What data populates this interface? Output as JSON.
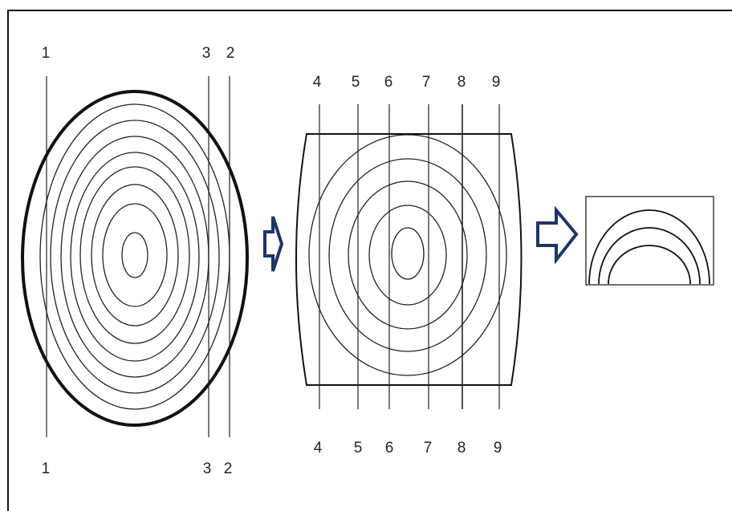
{
  "colors": {
    "frame": "#111111",
    "line": "#222222",
    "arrow": "#1f3566"
  },
  "log_view": {
    "top_labels": [
      "1",
      "3",
      "2"
    ],
    "bottom_labels": [
      "1",
      "3",
      "2"
    ]
  },
  "cant_view": {
    "top_labels": [
      "4",
      "5",
      "6",
      "7",
      "8",
      "9"
    ],
    "bottom_labels": [
      "4",
      "5",
      "6",
      "7",
      "8",
      "9"
    ]
  },
  "icons": {
    "arrow_1": "hollow-right-arrow-icon",
    "arrow_2": "hollow-right-arrow-icon"
  }
}
